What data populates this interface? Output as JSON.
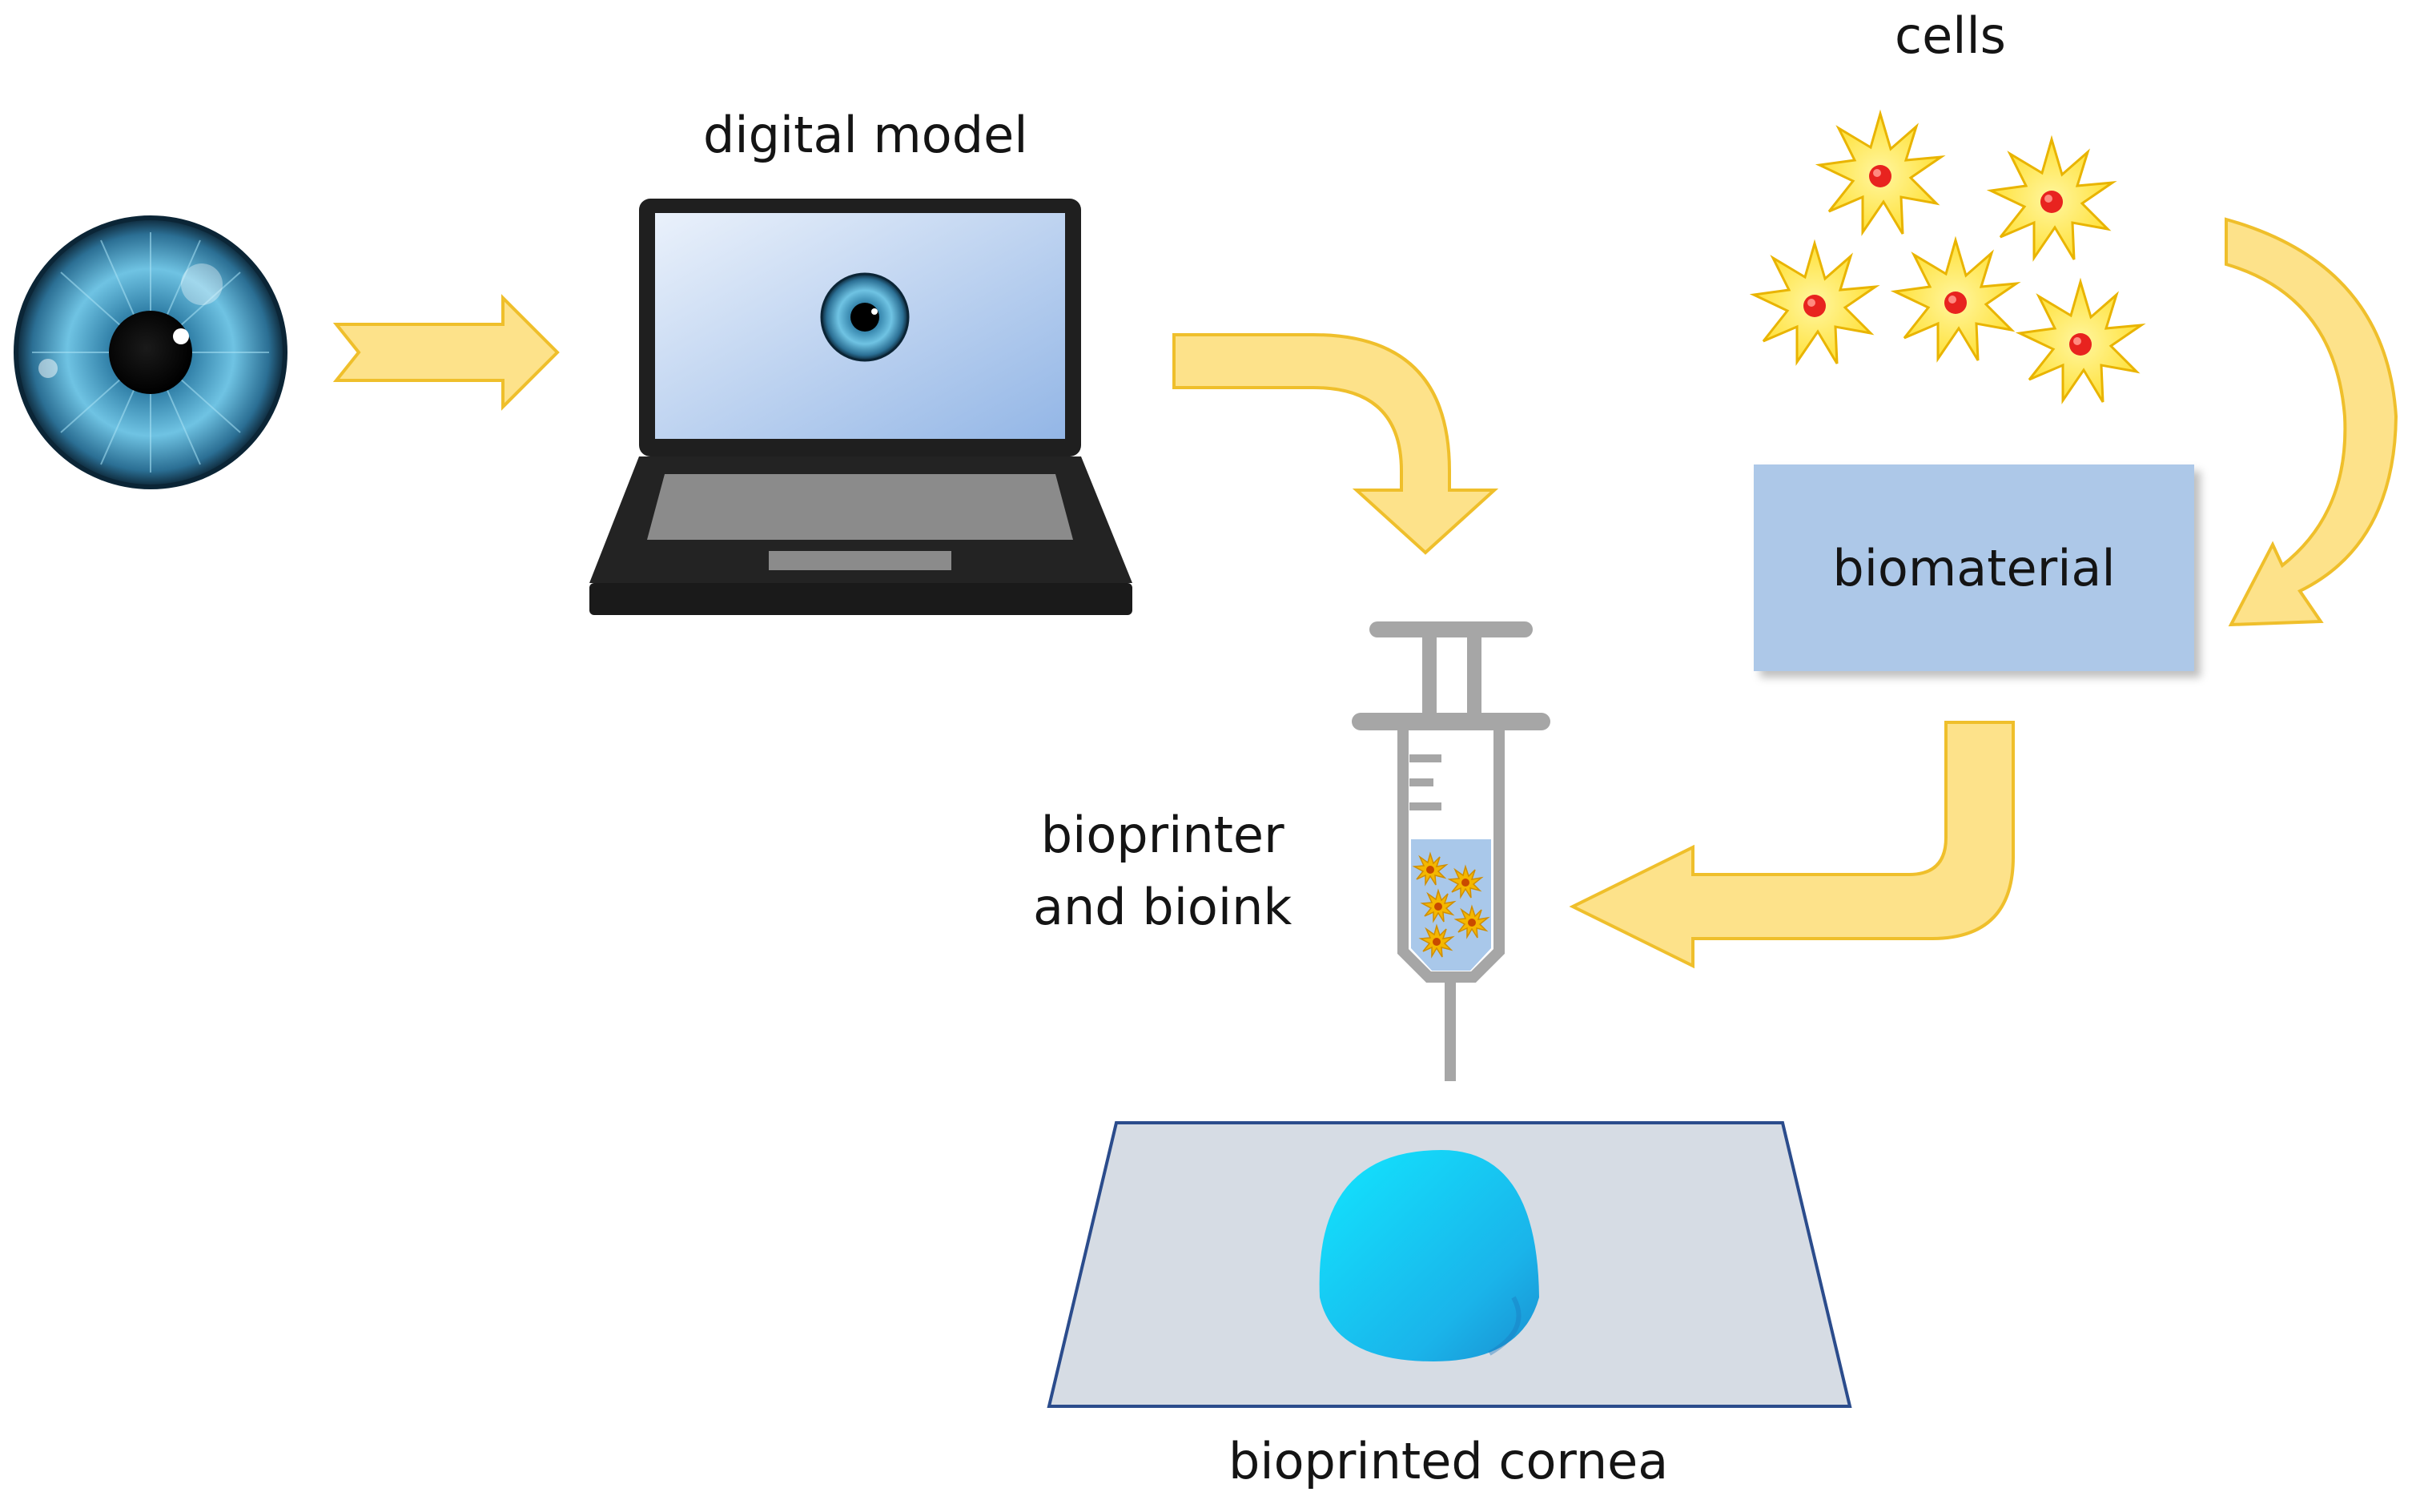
{
  "labels": {
    "digital_model": "digital model",
    "cells": "cells",
    "biomaterial": "biomaterial",
    "bioprinter_line1": "bioprinter",
    "bioprinter_line2": "and bioink",
    "bioprinted_cornea": "bioprinted cornea"
  },
  "colors": {
    "arrow_fill": "#fde28a",
    "arrow_stroke": "#efbf2b",
    "biomaterial_box": "#adc8e8",
    "laptop_body": "#222222",
    "laptop_screen": "#b3cdee",
    "iris": "#3f9ac4",
    "cell_fill": "#ffe84a",
    "cell_nucleus": "#e8231f",
    "cornea": "#1bc4f0",
    "platform": "#d6dce4",
    "platform_edge": "#2b4c8c",
    "syringe": "#a6a6a6",
    "bioink": "#a9c8ea"
  },
  "icons": [
    "eye-icon",
    "laptop-icon",
    "cell-icon",
    "syringe-icon",
    "cornea-dome-icon",
    "arrow-icon"
  ]
}
